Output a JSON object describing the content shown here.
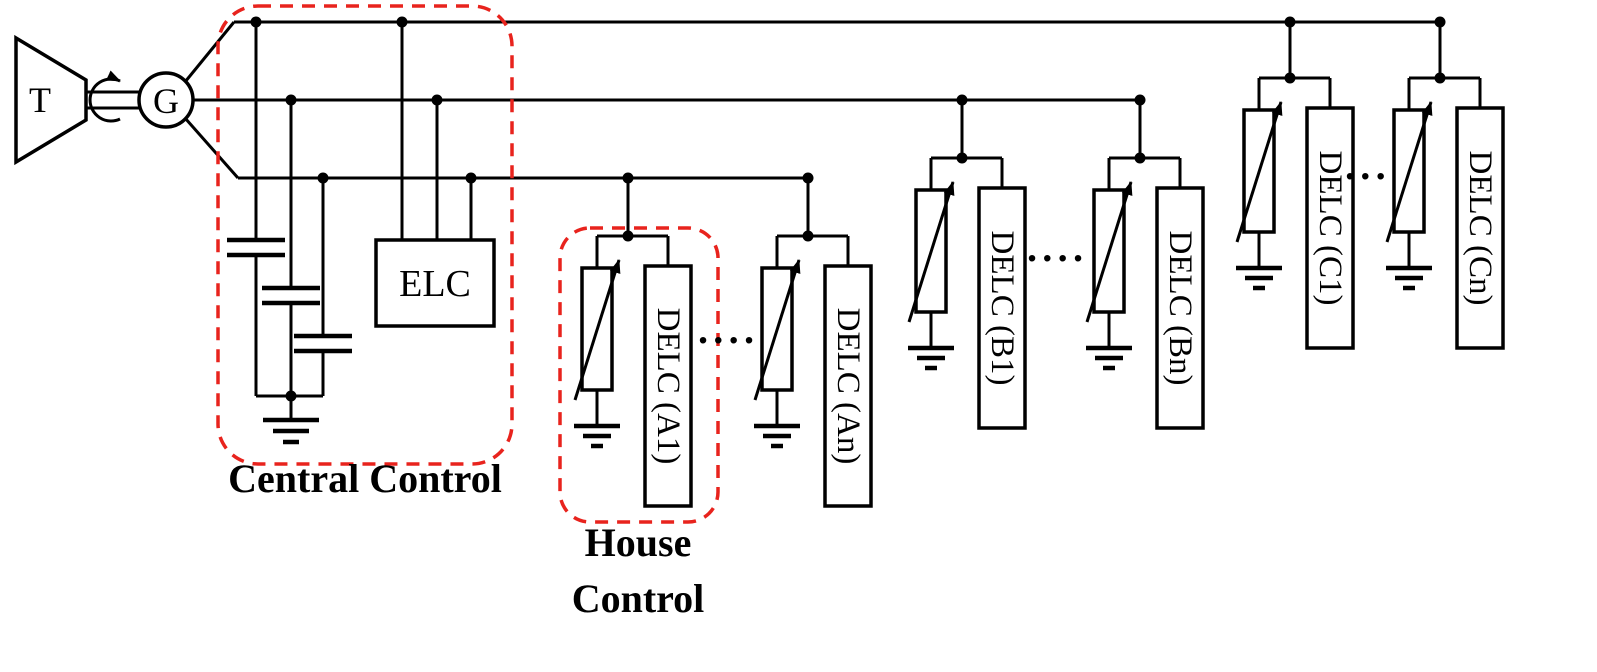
{
  "diagram": {
    "turbine": {
      "label": "T"
    },
    "generator": {
      "label": "G"
    },
    "elc": {
      "label": "ELC"
    },
    "central_control": {
      "label": "Central Control"
    },
    "house_control": {
      "line1": "House",
      "line2": "Control"
    },
    "delc_units": [
      {
        "id": "A1",
        "label": "DELC (A1)"
      },
      {
        "id": "An",
        "label": "DELC (An)"
      },
      {
        "id": "B1",
        "label": "DELC (B1)"
      },
      {
        "id": "Bn",
        "label": "DELC (Bn)"
      },
      {
        "id": "C1",
        "label": "DELC (C1)"
      },
      {
        "id": "Cn",
        "label": "DELC (Cn)"
      }
    ],
    "ellipsis": "····",
    "icons": {
      "rotation_arrow": "circular-rotation-arrow",
      "ground": "earth-ground",
      "variable_resistor": "resistor-with-arrow",
      "capacitor": "parallel-plate-capacitor"
    },
    "colors": {
      "wire": "#000000",
      "control_boundary": "#e8231d"
    }
  }
}
